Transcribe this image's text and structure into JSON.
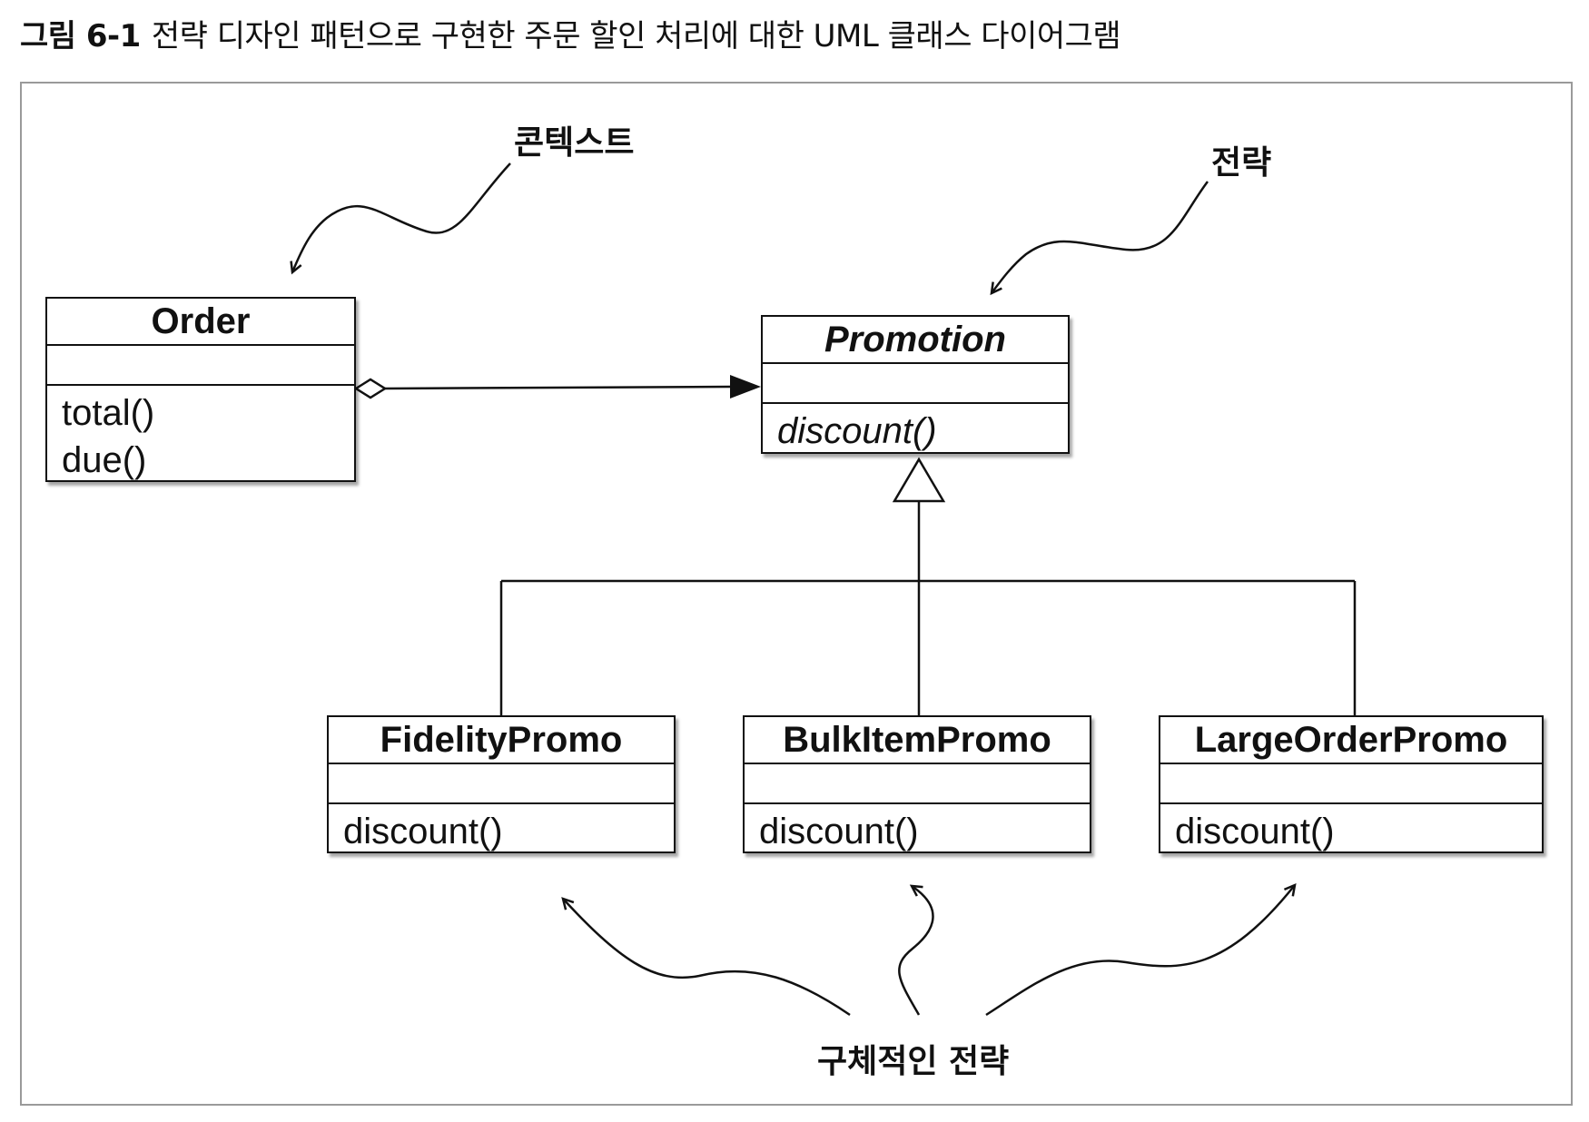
{
  "caption": {
    "number": "그림 6-1",
    "text": "전략 디자인 패턴으로 구현한 주문 할인 처리에 대한 UML 클래스 다이어그램"
  },
  "annotations": {
    "context": "콘텍스트",
    "strategy": "전략",
    "concrete_strategies": "구체적인 전략"
  },
  "classes": {
    "order": {
      "name": "Order",
      "operations": [
        "total()",
        "due()"
      ]
    },
    "promotion": {
      "name": "Promotion",
      "operations": [
        "discount()"
      ]
    },
    "fidelity": {
      "name": "FidelityPromo",
      "operations": [
        "discount()"
      ]
    },
    "bulk": {
      "name": "BulkItemPromo",
      "operations": [
        "discount()"
      ]
    },
    "large": {
      "name": "LargeOrderPromo",
      "operations": [
        "discount()"
      ]
    }
  }
}
